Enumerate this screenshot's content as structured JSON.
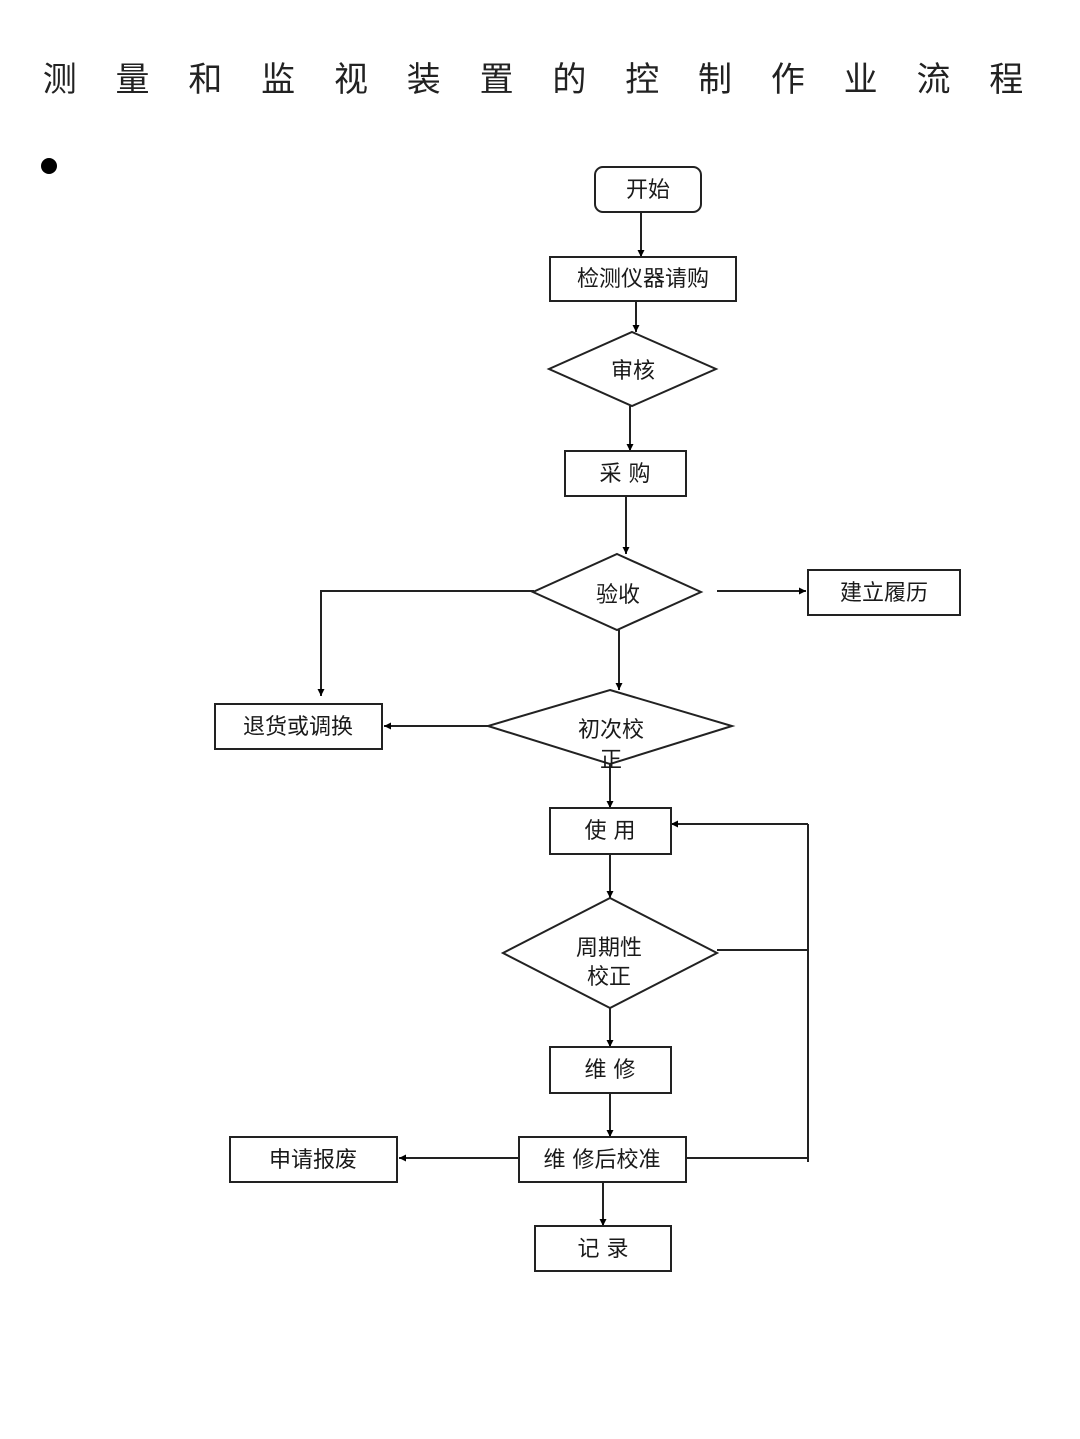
{
  "document": {
    "title": "测 量 和 监 视 装 置 的 控 制 作 业 流 程"
  },
  "flowchart": {
    "nodes": {
      "start": "开始",
      "purchase_request": "检测仪器请购",
      "review": "审核",
      "procurement": "采 购",
      "acceptance": "验收",
      "create_history": "建立履历",
      "return_exchange": "退货或调换",
      "initial_calibration_line1": "初次校",
      "initial_calibration_line2": "正",
      "use": "使  用",
      "periodic_calibration_line1": "周期性",
      "periodic_calibration_line2": "校正",
      "repair": "维  修",
      "post_repair_calibration": "维 修后校准",
      "apply_scrap": "申请报废",
      "record": "记  录"
    }
  }
}
